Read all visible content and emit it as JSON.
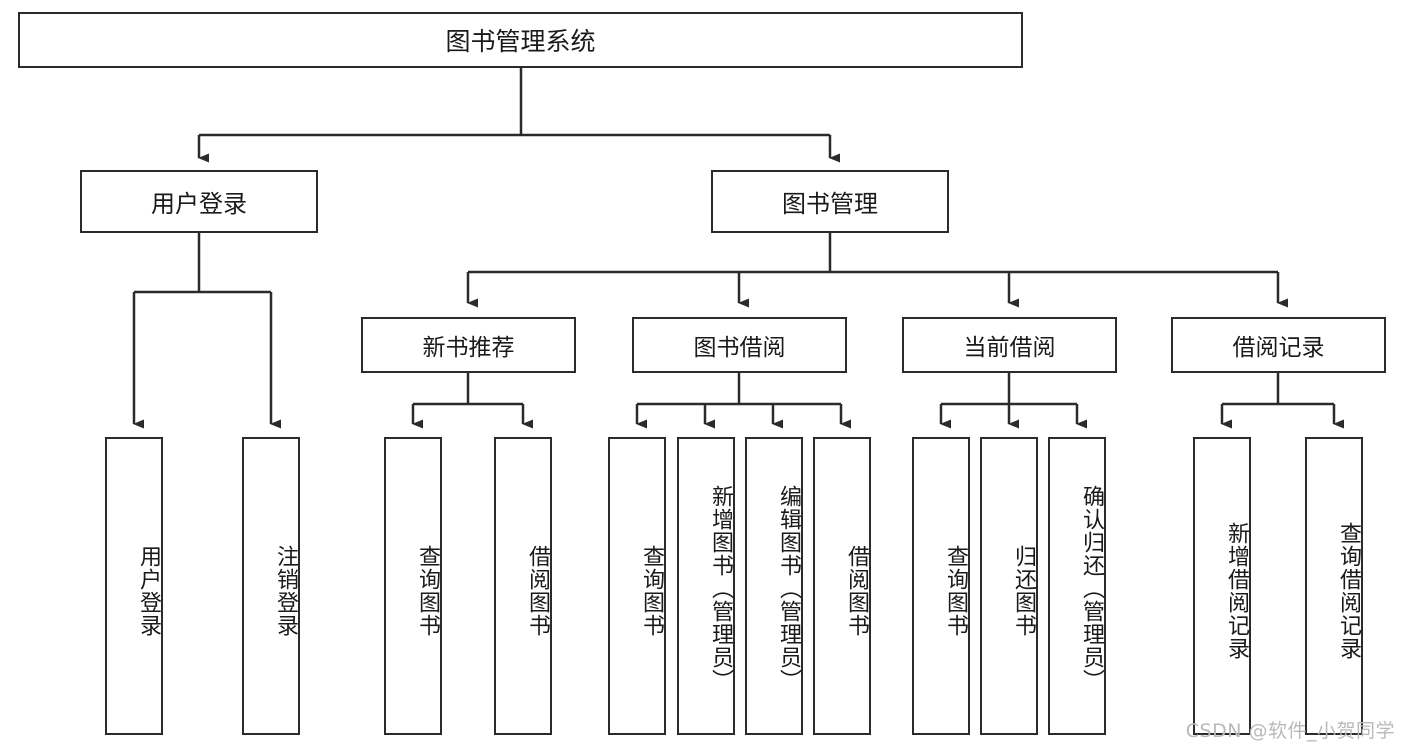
{
  "diagram": {
    "type": "tree-hierarchy",
    "title": "图书管理系统",
    "orientation": "top-down",
    "colors": {
      "stroke": "#2b2b2b",
      "fill": "#ffffff",
      "text": "#1a1a1a",
      "watermark": "#b9b9b9"
    },
    "root": {
      "label": "图书管理系统"
    },
    "level1": [
      {
        "label": "用户登录"
      },
      {
        "label": "图书管理"
      }
    ],
    "level2": [
      {
        "label": "新书推荐"
      },
      {
        "label": "图书借阅"
      },
      {
        "label": "当前借阅"
      },
      {
        "label": "借阅记录"
      }
    ],
    "leaves": {
      "user_login": [
        {
          "label": "用户登录"
        },
        {
          "label": "注销登录"
        }
      ],
      "new_book_recommend": [
        {
          "label": "查询图书"
        },
        {
          "label": "借阅图书"
        }
      ],
      "book_borrow": [
        {
          "label": "查询图书"
        },
        {
          "label": "新增图书（管理员）"
        },
        {
          "label": "编辑图书（管理员）"
        },
        {
          "label": "借阅图书"
        }
      ],
      "current_borrow": [
        {
          "label": "查询图书"
        },
        {
          "label": "归还图书"
        },
        {
          "label": "确认归还（管理员）"
        }
      ],
      "borrow_record": [
        {
          "label": "新增借阅记录"
        },
        {
          "label": "查询借阅记录"
        }
      ]
    }
  },
  "watermark": {
    "text": "CSDN @软件_小贺同学"
  }
}
